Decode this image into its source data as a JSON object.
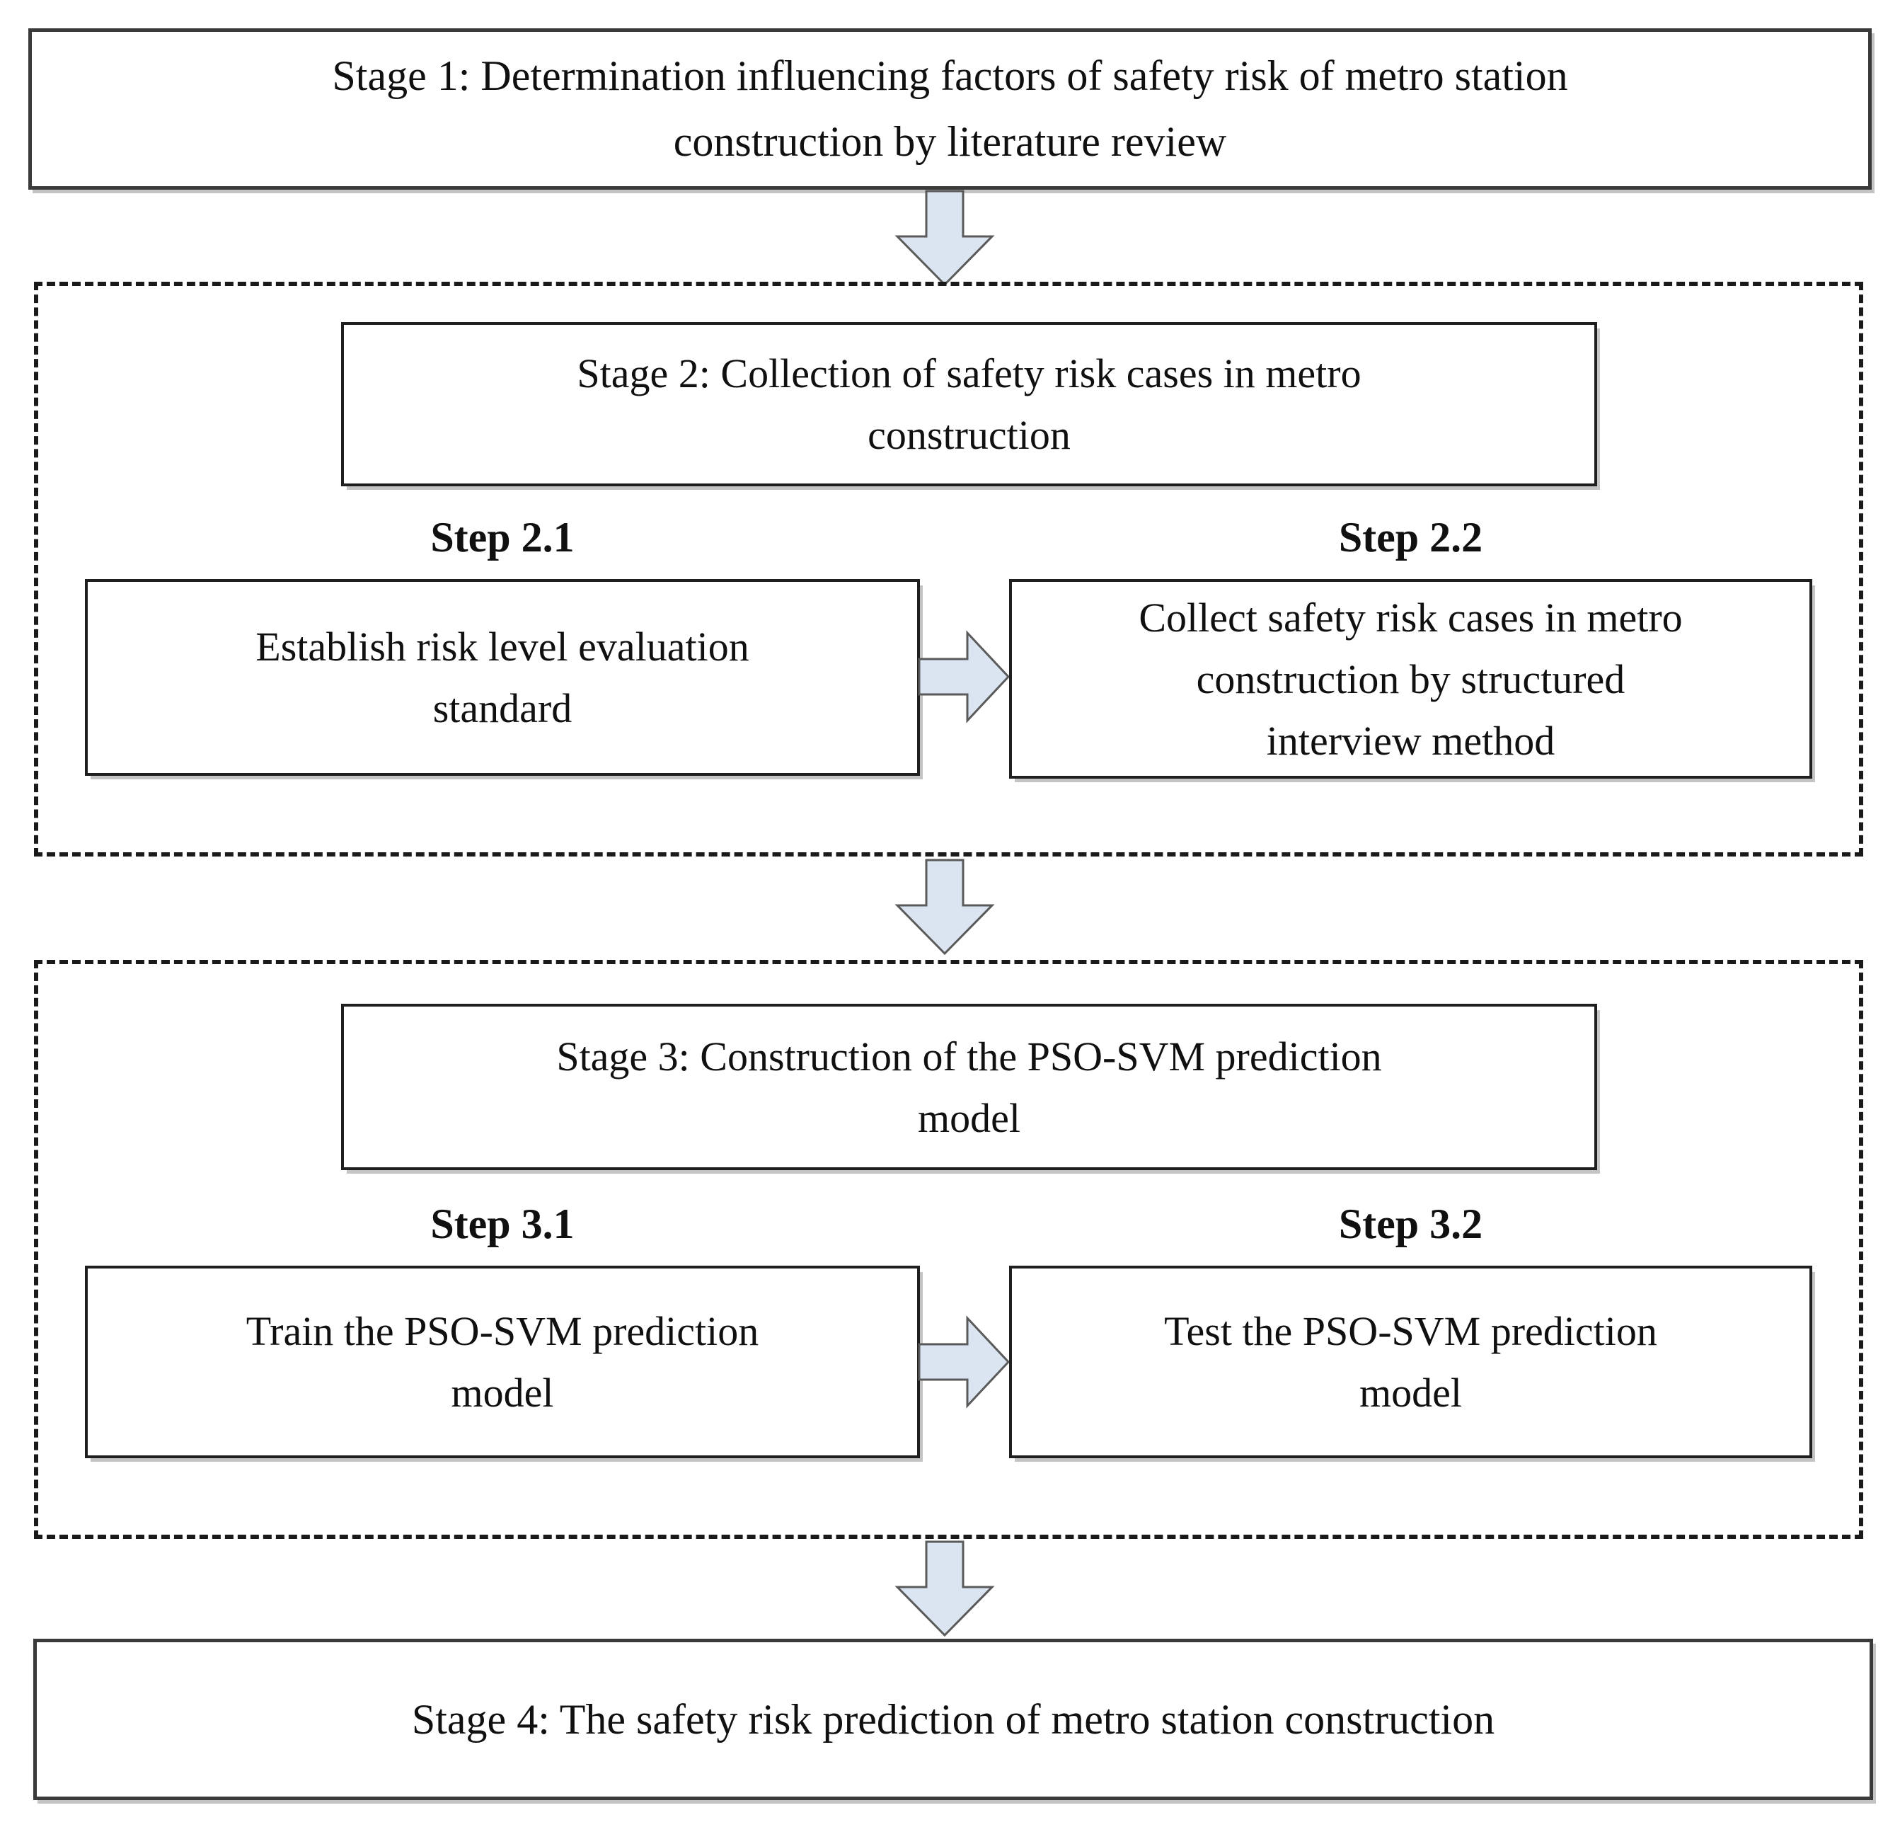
{
  "diagram": {
    "stage1": {
      "text": "Stage 1:  Determination influencing factors of safety risk of metro station\nconstruction by literature review"
    },
    "stage2": {
      "header": "Stage 2: Collection of safety risk cases in metro\nconstruction",
      "steps": [
        {
          "label": "Step 2.1",
          "text": "Establish risk level evaluation\nstandard"
        },
        {
          "label": "Step 2.2",
          "text": "Collect safety risk cases in metro\nconstruction by structured\ninterview method"
        }
      ]
    },
    "stage3": {
      "header": "Stage 3: Construction of the PSO-SVM prediction\nmodel",
      "steps": [
        {
          "label": "Step 3.1",
          "text": "Train the  PSO-SVM prediction\nmodel"
        },
        {
          "label": "Step 3.2",
          "text": "Test the  PSO-SVM prediction\nmodel"
        }
      ]
    },
    "stage4": {
      "text": "Stage 4: The safety risk prediction of metro station construction"
    },
    "colors": {
      "arrow_fill": "#dbe5f1",
      "arrow_stroke": "#5a5a5a",
      "box_border": "#1f1f1f",
      "dashed_border": "#1a1a1a"
    }
  }
}
